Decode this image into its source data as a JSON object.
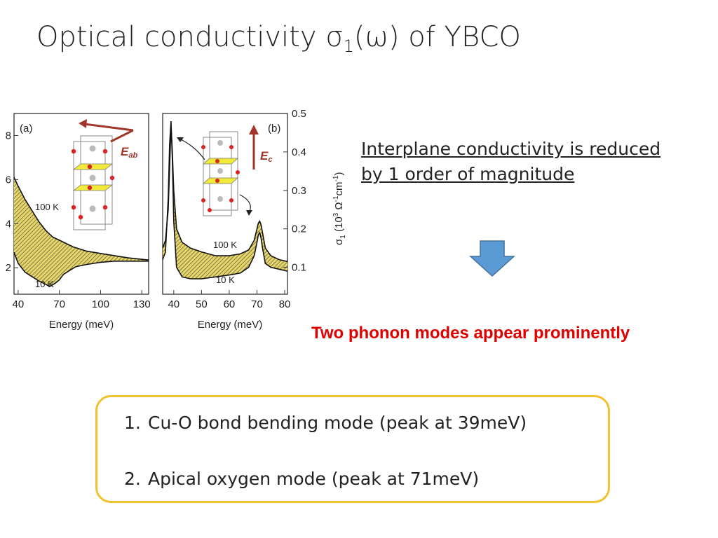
{
  "slide": {
    "title_main": "Optical conductivity σ",
    "title_sub": "1",
    "title_tail": "(ω) of YBCO",
    "callout_line1": "Interplane conductivity is reduced",
    "callout_line2": "by 1 order of magnitude",
    "arrow_icon": "down-arrow-icon",
    "arrow_color": "#5b9bd5",
    "phonon_text": "Two phonon modes appear prominently",
    "phonon_color": "#e00000",
    "box_border_color": "#f2c12e",
    "modes": [
      {
        "num": "1.",
        "text": "Cu-O bond bending mode (peak at 39meV)"
      },
      {
        "num": "2.",
        "text": "Apical oxygen mode (peak at 71meV)"
      }
    ]
  },
  "chart_data": [
    {
      "type": "line",
      "panel_label": "(a)",
      "field_label": "E",
      "field_sub": "ab",
      "xlabel": "Energy (meV)",
      "x_ticks": [
        40,
        70,
        100,
        130
      ],
      "y_ticks": [
        2,
        4,
        6,
        8
      ],
      "xlim": [
        37,
        135
      ],
      "ylim": [
        0.8,
        9
      ],
      "fill_between": true,
      "fill_color": "#e6d66a",
      "series": [
        {
          "name": "100 K",
          "x": [
            37,
            40,
            45,
            50,
            55,
            60,
            65,
            70,
            75,
            80,
            85,
            90,
            95,
            100,
            110,
            120,
            135
          ],
          "y": [
            6.1,
            5.7,
            5.1,
            4.6,
            4.1,
            3.7,
            3.4,
            3.25,
            3.1,
            2.95,
            2.85,
            2.75,
            2.7,
            2.65,
            2.55,
            2.45,
            2.35
          ]
        },
        {
          "name": "10 K",
          "x": [
            37,
            40,
            45,
            50,
            55,
            60,
            63,
            67,
            70,
            73,
            78,
            82,
            90,
            95,
            100,
            110,
            120,
            135
          ],
          "y": [
            2.7,
            2.2,
            1.8,
            1.6,
            1.4,
            1.25,
            1.15,
            1.3,
            1.45,
            1.7,
            1.9,
            2.05,
            2.15,
            2.2,
            2.25,
            2.3,
            2.3,
            2.3
          ]
        }
      ]
    },
    {
      "type": "line",
      "panel_label": "(b)",
      "field_label": "E",
      "field_sub": "c",
      "xlabel": "Energy (meV)",
      "ylabel": "σ1 (10³ Ω⁻¹cm⁻¹)",
      "x_ticks": [
        40,
        50,
        60,
        70,
        80
      ],
      "y_ticks": [
        0.1,
        0.2,
        0.3,
        0.4,
        0.5
      ],
      "xlim": [
        36,
        81
      ],
      "ylim": [
        0.03,
        0.5
      ],
      "fill_between": true,
      "fill_color": "#e6d66a",
      "series": [
        {
          "name": "100 K",
          "x": [
            36,
            37,
            38,
            38.5,
            39,
            39.5,
            40,
            41,
            43,
            46,
            50,
            55,
            60,
            64,
            67,
            69,
            70,
            70.5,
            71,
            71.5,
            72,
            73,
            75,
            78,
            81
          ],
          "y": [
            0.15,
            0.17,
            0.25,
            0.36,
            0.47,
            0.4,
            0.3,
            0.2,
            0.165,
            0.15,
            0.14,
            0.13,
            0.13,
            0.135,
            0.145,
            0.17,
            0.2,
            0.215,
            0.22,
            0.21,
            0.19,
            0.15,
            0.13,
            0.12,
            0.115
          ]
        },
        {
          "name": "10 K",
          "x": [
            36,
            37,
            38,
            38.5,
            39,
            39.5,
            40,
            41,
            43,
            46,
            50,
            55,
            60,
            64,
            67,
            69,
            70,
            70.5,
            71,
            71.5,
            72,
            73,
            75,
            78,
            81
          ],
          "y": [
            0.12,
            0.14,
            0.28,
            0.42,
            0.48,
            0.38,
            0.22,
            0.1,
            0.075,
            0.07,
            0.07,
            0.075,
            0.08,
            0.085,
            0.1,
            0.13,
            0.165,
            0.185,
            0.19,
            0.175,
            0.15,
            0.11,
            0.1,
            0.095,
            0.09
          ]
        }
      ]
    }
  ]
}
